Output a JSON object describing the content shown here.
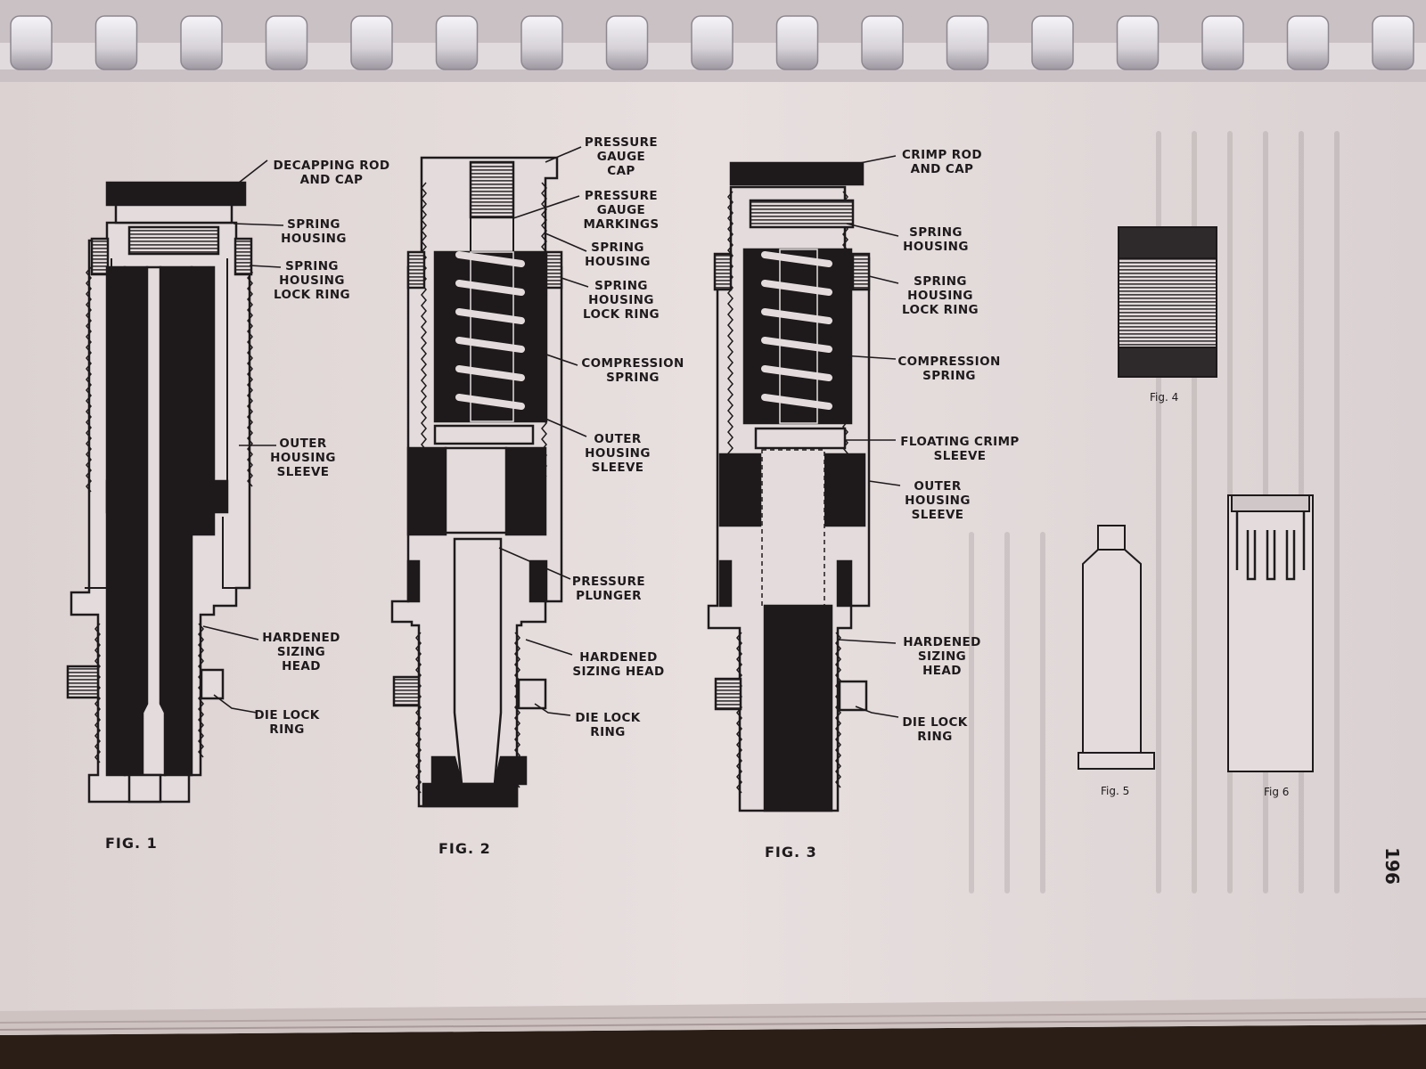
{
  "page_number": "196",
  "figures": {
    "fig1": {
      "caption": "FIG. 1",
      "labels": [
        [
          "DECAPPING ROD",
          "AND CAP"
        ],
        [
          "SPRING",
          "HOUSING"
        ],
        [
          "SPRING",
          "HOUSING",
          "LOCK RING"
        ],
        [
          "OUTER",
          "HOUSING",
          "SLEEVE"
        ],
        [
          "HARDENED",
          "SIZING",
          "HEAD"
        ],
        [
          "DIE LOCK",
          "RING"
        ]
      ]
    },
    "fig2": {
      "caption": "FIG. 2",
      "labels": [
        [
          "PRESSURE",
          "GAUGE",
          "CAP"
        ],
        [
          "PRESSURE",
          "GAUGE",
          "MARKINGS"
        ],
        [
          "SPRING",
          "HOUSING"
        ],
        [
          "SPRING",
          "HOUSING",
          "LOCK RING"
        ],
        [
          "COMPRESSION",
          "SPRING"
        ],
        [
          "OUTER",
          "HOUSING",
          "SLEEVE"
        ],
        [
          "PRESSURE",
          "PLUNGER"
        ],
        [
          "HARDENED",
          "SIZING HEAD"
        ],
        [
          "DIE LOCK",
          "RING"
        ]
      ]
    },
    "fig3": {
      "caption": "FIG. 3",
      "labels": [
        [
          "CRIMP ROD",
          "AND CAP"
        ],
        [
          "SPRING",
          "HOUSING"
        ],
        [
          "SPRING",
          "HOUSING",
          "LOCK RING"
        ],
        [
          "COMPRESSION",
          "SPRING"
        ],
        [
          "FLOATING CRIMP",
          "SLEEVE"
        ],
        [
          "OUTER",
          "HOUSING",
          "SLEEVE"
        ],
        [
          "HARDENED",
          "SIZING",
          "HEAD"
        ],
        [
          "DIE LOCK",
          "RING"
        ]
      ]
    },
    "fig4": {
      "caption": "Fig. 4"
    },
    "fig5": {
      "caption": "Fig. 5"
    },
    "fig6": {
      "caption": "Fig 6"
    }
  },
  "colors": {
    "paper": "#e4dcdc",
    "ink": "#1e1a1c",
    "binding": "#d8d4da",
    "wood": "#2a1e16"
  }
}
